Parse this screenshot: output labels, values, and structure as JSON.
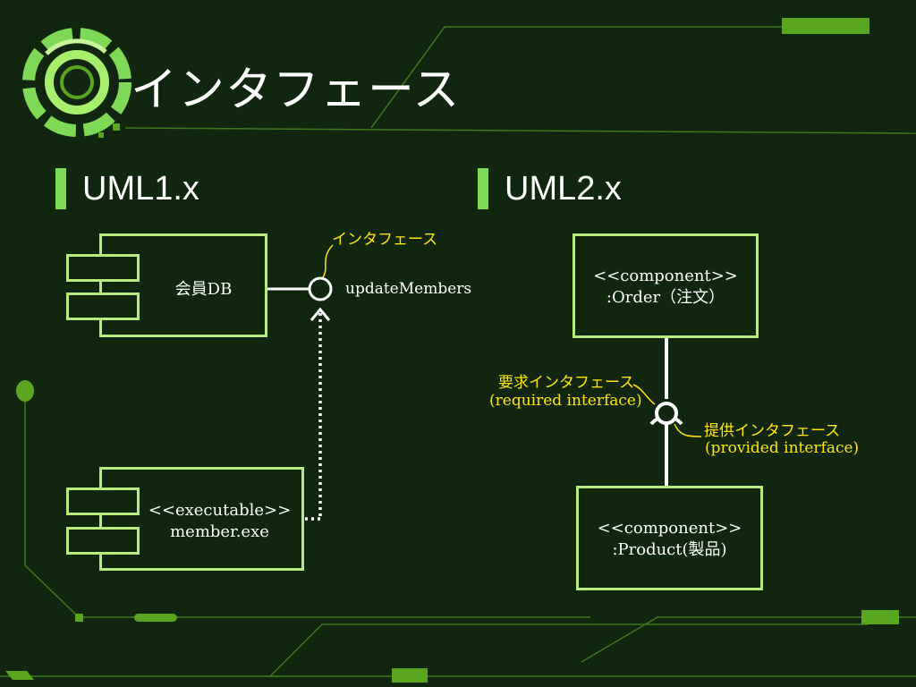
{
  "slide": {
    "title": "インタフェース",
    "colors": {
      "background": "#11260f",
      "accent": "#5aa51f",
      "box_stroke": "#b5ec7c",
      "annotation": "#ffe600"
    }
  },
  "uml1": {
    "heading": "UML1.x",
    "db_component": {
      "label": "会員DB"
    },
    "exe_component": {
      "line1": "<<executable>>",
      "line2": "member.exe"
    },
    "interface_note": "インタフェース",
    "interface_name": "updateMembers"
  },
  "uml2": {
    "heading": "UML2.x",
    "order_component": {
      "line1": "<<component>>",
      "line2": ":Order（注文）"
    },
    "product_component": {
      "line1": "<<component>>",
      "line2": ":Product(製品)"
    },
    "required_interface": {
      "line1": "要求インタフェース",
      "line2": "(required interface)"
    },
    "provided_interface": {
      "line1": "提供インタフェース",
      "line2": "(provided interface)"
    }
  }
}
